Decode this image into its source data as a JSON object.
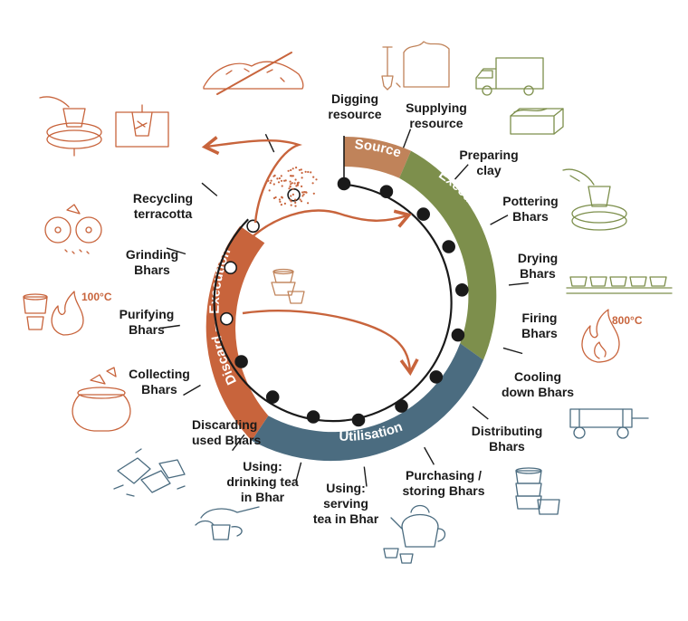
{
  "colors": {
    "source": "#c0835a",
    "execution": "#7d8f4c",
    "utilisation": "#4b6c80",
    "discard": "#c8643c",
    "ink": "#1a1a1a"
  },
  "segments": {
    "source": "Source",
    "execution": "Execution",
    "utilisation": "Utilisation",
    "discard": "Discard — Execution"
  },
  "steps": [
    {
      "id": "digging",
      "lines": [
        "Digging",
        "resource"
      ],
      "filled": true
    },
    {
      "id": "supplying",
      "lines": [
        "Supplying",
        "resource"
      ],
      "filled": true
    },
    {
      "id": "preparing",
      "lines": [
        "Preparing",
        "clay"
      ],
      "filled": true
    },
    {
      "id": "pottering",
      "lines": [
        "Pottering",
        "Bhars"
      ],
      "filled": true
    },
    {
      "id": "drying",
      "lines": [
        "Drying",
        "Bhars"
      ],
      "filled": true
    },
    {
      "id": "firing",
      "lines": [
        "Firing",
        "Bhars"
      ],
      "filled": true
    },
    {
      "id": "cooling",
      "lines": [
        "Cooling",
        "down Bhars"
      ],
      "filled": true
    },
    {
      "id": "distributing",
      "lines": [
        "Distributing",
        "Bhars"
      ],
      "filled": true
    },
    {
      "id": "purchasing",
      "lines": [
        "Purchasing /",
        "storing Bhars"
      ],
      "filled": true
    },
    {
      "id": "serving",
      "lines": [
        "Using:",
        "serving",
        "tea in Bhar"
      ],
      "filled": true
    },
    {
      "id": "drinking",
      "lines": [
        "Using:",
        "drinking tea",
        "in Bhar"
      ],
      "filled": true
    },
    {
      "id": "discarding",
      "lines": [
        "Discarding",
        "used Bhars"
      ],
      "filled": true
    },
    {
      "id": "collecting",
      "lines": [
        "Collecting",
        "Bhars"
      ],
      "filled": false
    },
    {
      "id": "purifying",
      "lines": [
        "Purifying",
        "Bhars"
      ],
      "filled": false
    },
    {
      "id": "grinding",
      "lines": [
        "Grinding",
        "Bhars"
      ],
      "filled": false
    },
    {
      "id": "recycling",
      "lines": [
        "Recycling",
        "terracotta"
      ],
      "filled": false
    }
  ],
  "temperatures": {
    "purifying": "100°C",
    "firing": "800°C"
  }
}
